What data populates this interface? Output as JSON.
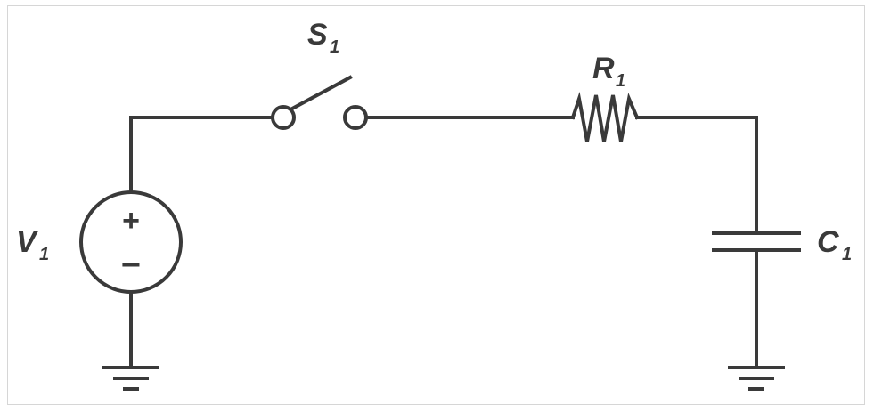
{
  "colors": {
    "wire": "#3a3a3a",
    "background": "#ffffff",
    "border": "#d6d6d6"
  },
  "components": {
    "source": {
      "letter": "V",
      "index": "1",
      "plus": "+",
      "minus": "−"
    },
    "switch": {
      "letter": "S",
      "index": "1"
    },
    "resistor": {
      "letter": "R",
      "index": "1"
    },
    "capacitor": {
      "letter": "C",
      "index": "1"
    }
  }
}
